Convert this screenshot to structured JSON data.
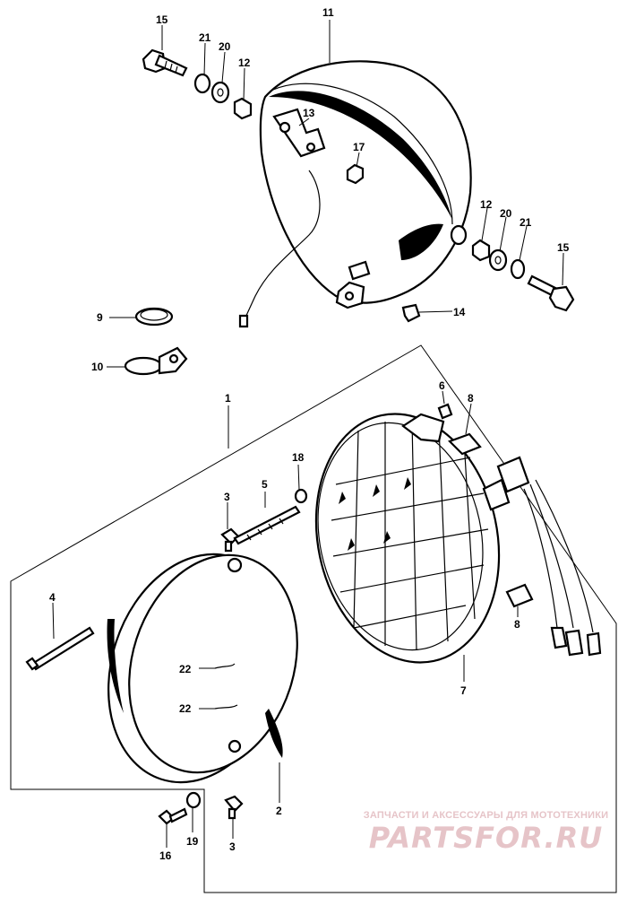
{
  "callouts": {
    "p1": "1",
    "p2": "2",
    "p3a": "3",
    "p3b": "3",
    "p4": "4",
    "p5": "5",
    "p6": "6",
    "p7": "7",
    "p8a": "8",
    "p8b": "8",
    "p9": "9",
    "p10": "10",
    "p11": "11",
    "p12a": "12",
    "p12b": "12",
    "p13": "13",
    "p14": "14",
    "p15a": "15",
    "p15b": "15",
    "p16": "16",
    "p17": "17",
    "p18": "18",
    "p19": "19",
    "p20a": "20",
    "p20b": "20",
    "p21a": "21",
    "p21b": "21",
    "p22a": "22",
    "p22b": "22"
  },
  "watermark": {
    "caption": "ЗАПЧАСТИ И АКСЕССУАРЫ ДЛЯ МОТОТЕХНИКИ",
    "logo": "PARTSFOR.RU"
  }
}
